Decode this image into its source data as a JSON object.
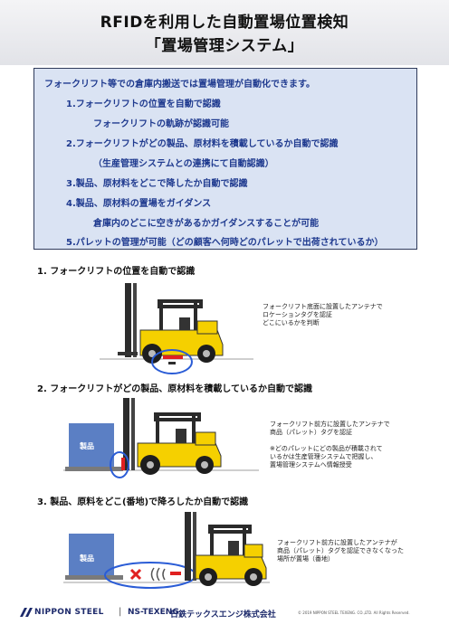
{
  "title": {
    "line1": "RFIDを利用した自動置場位置検知",
    "line2": "「置場管理システム」"
  },
  "summary": {
    "lines": [
      "フォークリフト等での倉庫内搬送では置場管理が自動化できます。",
      "1.フォークリフトの位置を自動で認識",
      "フォークリフトの軌跡が認識可能",
      "2.フォークリフトがどの製品、原材料を積載しているか自動で認識",
      "（生産管理システムとの連携にて自動認識）",
      "3.製品、原材料をどこで降したか自動で認識",
      "4.製品、原材料の置場をガイダンス",
      "倉庫内のどこに空きがあるかガイダンスすることが可能",
      "5.パレットの管理が可能（どの顧客へ何時どのパレットで出荷されているか）"
    ]
  },
  "sections": [
    {
      "title": "1. フォークリフトの位置を自動で認識",
      "notes": [
        "フォークリフト底面に設置したアンテナで",
        "ロケーションタグを認証",
        "どこにいるかを判断"
      ]
    },
    {
      "title": "2. フォークリフトがどの製品、原材料を積載しているか自動で認識",
      "notes": [
        "フォークリフト前方に設置したアンテナで",
        "商品（パレット）タグを認証",
        "",
        "※どのパレットにどの製品が積載されて",
        "いるかは生産管理システムで把握し、",
        "置場管理システムへ情報授受"
      ],
      "box_label": "製品"
    },
    {
      "title": "3. 製品、原料をどこ(番地)で降ろしたか自動で認識",
      "notes": [
        "フォークリフト前方に設置したアンテナが",
        "商品（パレット）タグを認証できなくなった",
        "場所が置場（番地）"
      ],
      "box_label": "製品"
    }
  ],
  "footer": {
    "nippon_steel": "NIPPON STEEL",
    "separator": "|",
    "texeng": "NS-TEXENG",
    "company_ja": "日鉄テックスエンジ株式会社",
    "copyright": "© 2019 NIPPON STEEL TEXENG. CO.,LTD. All Rights Reserved."
  },
  "colors": {
    "summary_bg": "#dae3f3",
    "summary_text": "#1f3a8f",
    "forklift_yellow": "#f5d000",
    "antenna_red": "#e02020",
    "highlight_blue": "#2a5cd6",
    "product_box": "#5b7fc4"
  }
}
